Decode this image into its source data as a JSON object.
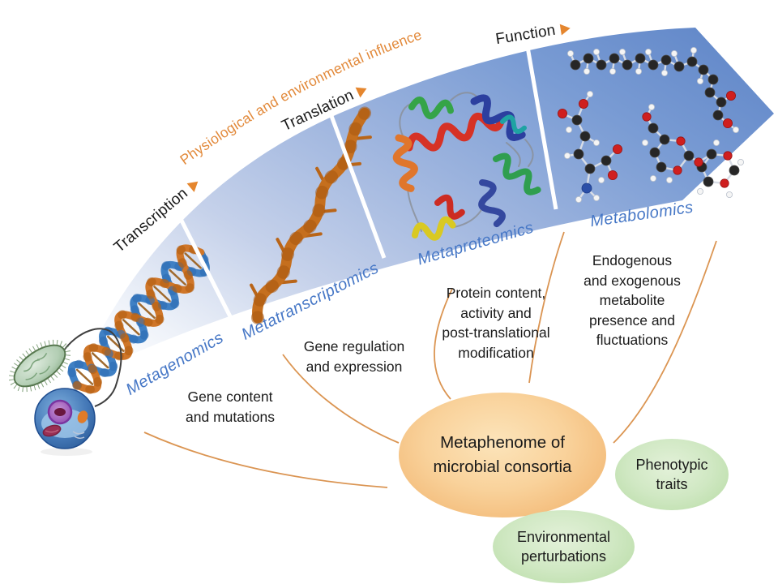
{
  "figure": {
    "arc_title": "Physiological and environmental influence",
    "icons": {
      "stage_arrow": "right-triangle",
      "scene": [
        "bacterium",
        "eukaryotic-cell",
        "dna-helix",
        "rna-strand",
        "protein-ribbon",
        "metabolite-molecules"
      ]
    },
    "stages": [
      {
        "label": "Transcription"
      },
      {
        "label": "Translation"
      },
      {
        "label": "Function"
      }
    ],
    "omics": [
      {
        "name": "Metagenomics",
        "description": "Gene content\nand mutations"
      },
      {
        "name": "Metatranscriptomics",
        "description": "Gene regulation\nand expression"
      },
      {
        "name": "Metaproteomics",
        "description": "Protein content,\nactivity and\npost-translational\nmodification"
      },
      {
        "name": "Metabolomics",
        "description": "Endogenous\nand exogenous\nmetabolite\npresence and\nfluctuations"
      }
    ],
    "center_bubble": {
      "label": "Metaphenome of\nmicrobial consortia"
    },
    "bubbles": [
      {
        "label": "Phenotypic\ntraits"
      },
      {
        "label": "Environmental\nperturbations"
      }
    ],
    "colors": {
      "band_blue": "#6b91cd",
      "omics_label_blue": "#4677c6",
      "accent_orange": "#e5862e",
      "center_bubble_orange": "#f3bb79",
      "bubble_green": "#c3e1b2",
      "text_dark": "#1a1a1a"
    }
  }
}
